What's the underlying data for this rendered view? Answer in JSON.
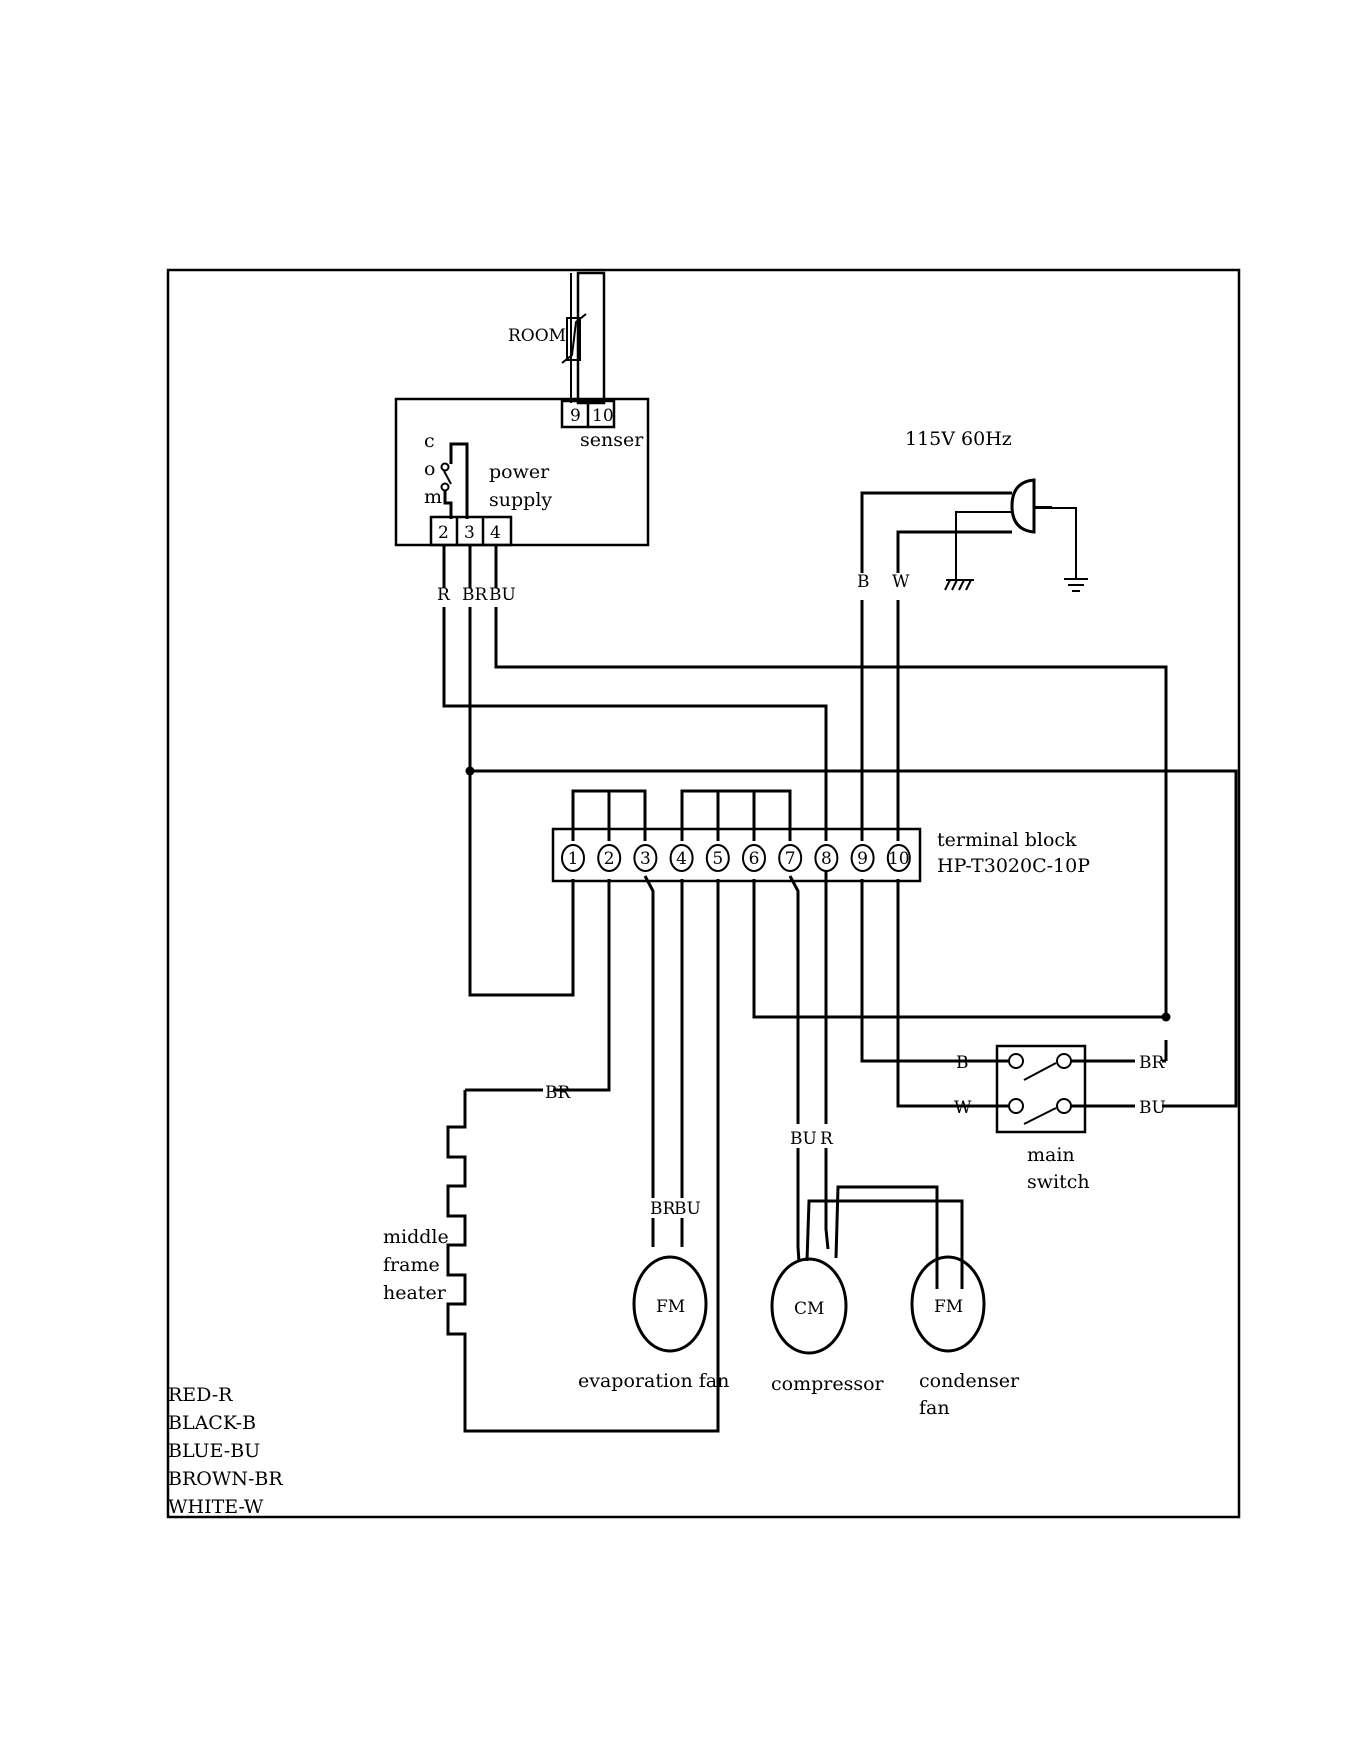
{
  "sensor": {
    "room_label": "ROOM",
    "terminals": [
      "9",
      "10"
    ],
    "label": "senser"
  },
  "controller": {
    "com_letters": [
      "c",
      "o",
      "m"
    ],
    "power_supply_lines": [
      "power",
      "supply"
    ],
    "terminals": [
      "2",
      "3",
      "4"
    ],
    "wire_labels": [
      "R",
      "BR",
      "BU"
    ]
  },
  "supply": {
    "label": "115V 60Hz",
    "wire_labels": [
      "B",
      "W"
    ]
  },
  "terminal_block": {
    "terminals": [
      "1",
      "2",
      "3",
      "4",
      "5",
      "6",
      "7",
      "8",
      "9",
      "10"
    ],
    "label_lines": [
      "terminal block",
      "HP-T3020C-10P"
    ]
  },
  "main_switch": {
    "input_labels": [
      "B",
      "W"
    ],
    "output_labels": [
      "BR",
      "BU"
    ],
    "label_lines": [
      "main",
      "switch"
    ]
  },
  "heater": {
    "wire_label": "BR",
    "label_lines": [
      "middle",
      "frame",
      "heater"
    ]
  },
  "evaporation_fan": {
    "symbol": "FM",
    "wire_labels": [
      "BR",
      "BU"
    ],
    "label": "evaporation fan"
  },
  "compressor": {
    "symbol": "CM",
    "wire_labels": [
      "BU",
      "R"
    ],
    "label": "compressor"
  },
  "condenser_fan": {
    "symbol": "FM",
    "label_lines": [
      "condenser",
      "fan"
    ]
  },
  "legend": [
    "RED-R",
    "BLACK-B",
    "BLUE-BU",
    "BROWN-BR",
    "WHITE-W"
  ]
}
